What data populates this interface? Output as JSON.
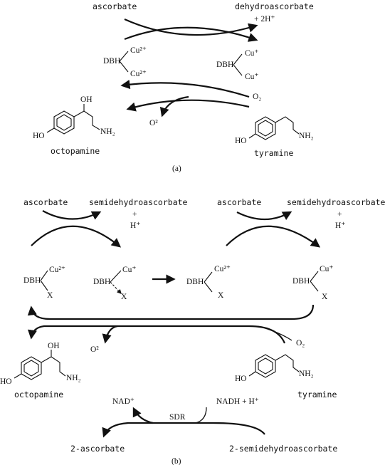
{
  "a": {
    "ascorbate": "ascorbate",
    "dehydroascorbate": "dehydroascorbate",
    "protons": "+ 2H⁺",
    "dbh_left": "DBH",
    "cu_left_top": "Cu²⁺",
    "cu_left_bottom": "Cu²⁺",
    "dbh_right": "DBH",
    "cu_right_top": "Cu⁺",
    "cu_right_bottom": "Cu⁺",
    "o2": "O₂",
    "o_out": "O²",
    "octopamine": "octopamine",
    "tyramine": "tyramine",
    "label": "(a)"
  },
  "b": {
    "ascorbate_1": "ascorbate",
    "semi_1": "semidehydroascorbate",
    "plus_1": "+",
    "h_1": "H⁺",
    "ascorbate_2": "ascorbate",
    "semi_2": "semidehydroascorbate",
    "plus_2": "+",
    "h_2": "H⁺",
    "dbh_1": "DBH",
    "cu_1": "Cu²⁺",
    "x_1": "X",
    "dbh_2": "DBH",
    "cu_2": "Cu⁺",
    "x_2": "X",
    "dbh_3": "DBH",
    "cu_3": "Cu²⁺",
    "x_3": "X",
    "dbh_4": "DBH",
    "cu_4": "Cu⁺",
    "x_4": "X",
    "o2": "O₂",
    "o_out": "O²",
    "octopamine": "octopamine",
    "tyramine": "tyramine",
    "nad": "NAD⁺",
    "nadh": "NADH + H⁺",
    "sdr": "SDR",
    "asc2": "2-ascorbate",
    "semi2": "2-semidehydroascorbate",
    "label": "(b)"
  },
  "mol": {
    "oh": "OH",
    "ho": "HO",
    "nh2": "NH₂"
  }
}
